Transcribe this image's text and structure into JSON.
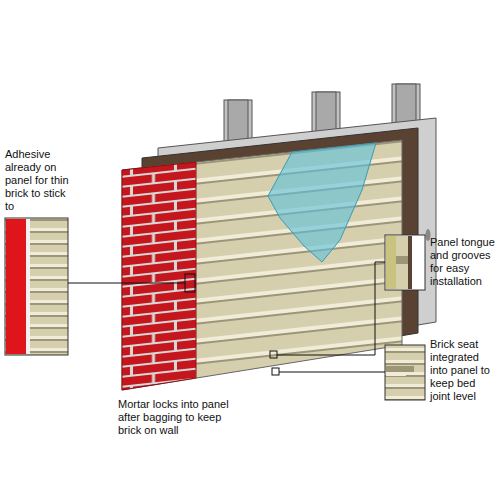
{
  "diagram": {
    "labels": [
      "Adhesive already on panel for thin brick to stick to",
      "Mortar locks into panel after bagging to keep brick on wall",
      "Panel tongue and grooves for easy installation",
      "Brick seat integrated into panel to keep bed joint level"
    ]
  }
}
